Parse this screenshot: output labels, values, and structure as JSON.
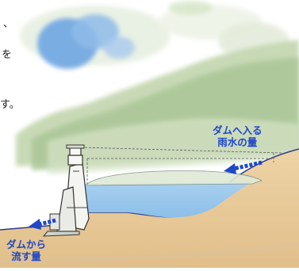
{
  "text_fragments": {
    "line1_end": "、",
    "line2_end": "を",
    "line3_end": "す。"
  },
  "labels": {
    "inflow": [
      "ダムへ入る",
      "雨水の量"
    ],
    "outflow": [
      "ダムから",
      "流す量"
    ]
  },
  "colors": {
    "label_blue": "#1f47c8",
    "water": "#9ec9ec",
    "sky_blue": "#7fb2e6",
    "ground": "#e8c99a",
    "hills": "#b9cfa6",
    "dam": "#f3f3ef"
  },
  "icons": [
    "inflow-arrow-icon",
    "outflow-arrow-icon"
  ]
}
